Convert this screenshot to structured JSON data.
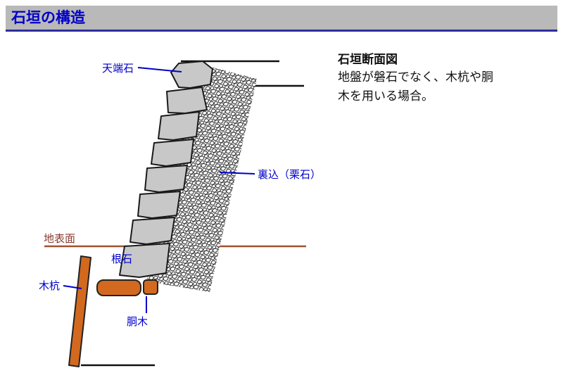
{
  "header": {
    "title": "石垣の構造"
  },
  "description": {
    "title": "石垣断面図",
    "body": "地盤が磐石でなく、木杭や胴木を用いる場合。"
  },
  "diagram": {
    "labels": {
      "top_stone": "天端石",
      "backfill": "裏込（栗石）",
      "ground_surface": "地表面",
      "base_stone": "根石",
      "wood_pile": "木杭",
      "body_log": "胴木"
    },
    "colors": {
      "label_blue": "#0000cc",
      "ground_line_brown": "#a0522d",
      "ground_label_red": "#8b3a2e",
      "stone_gray": "#c8c8c8",
      "wood_orange": "#d2691e",
      "header_bg_gray": "#b9b9b9",
      "header_text_blue": "#0000c8",
      "header_underline_navy": "#2e2e9e"
    }
  }
}
